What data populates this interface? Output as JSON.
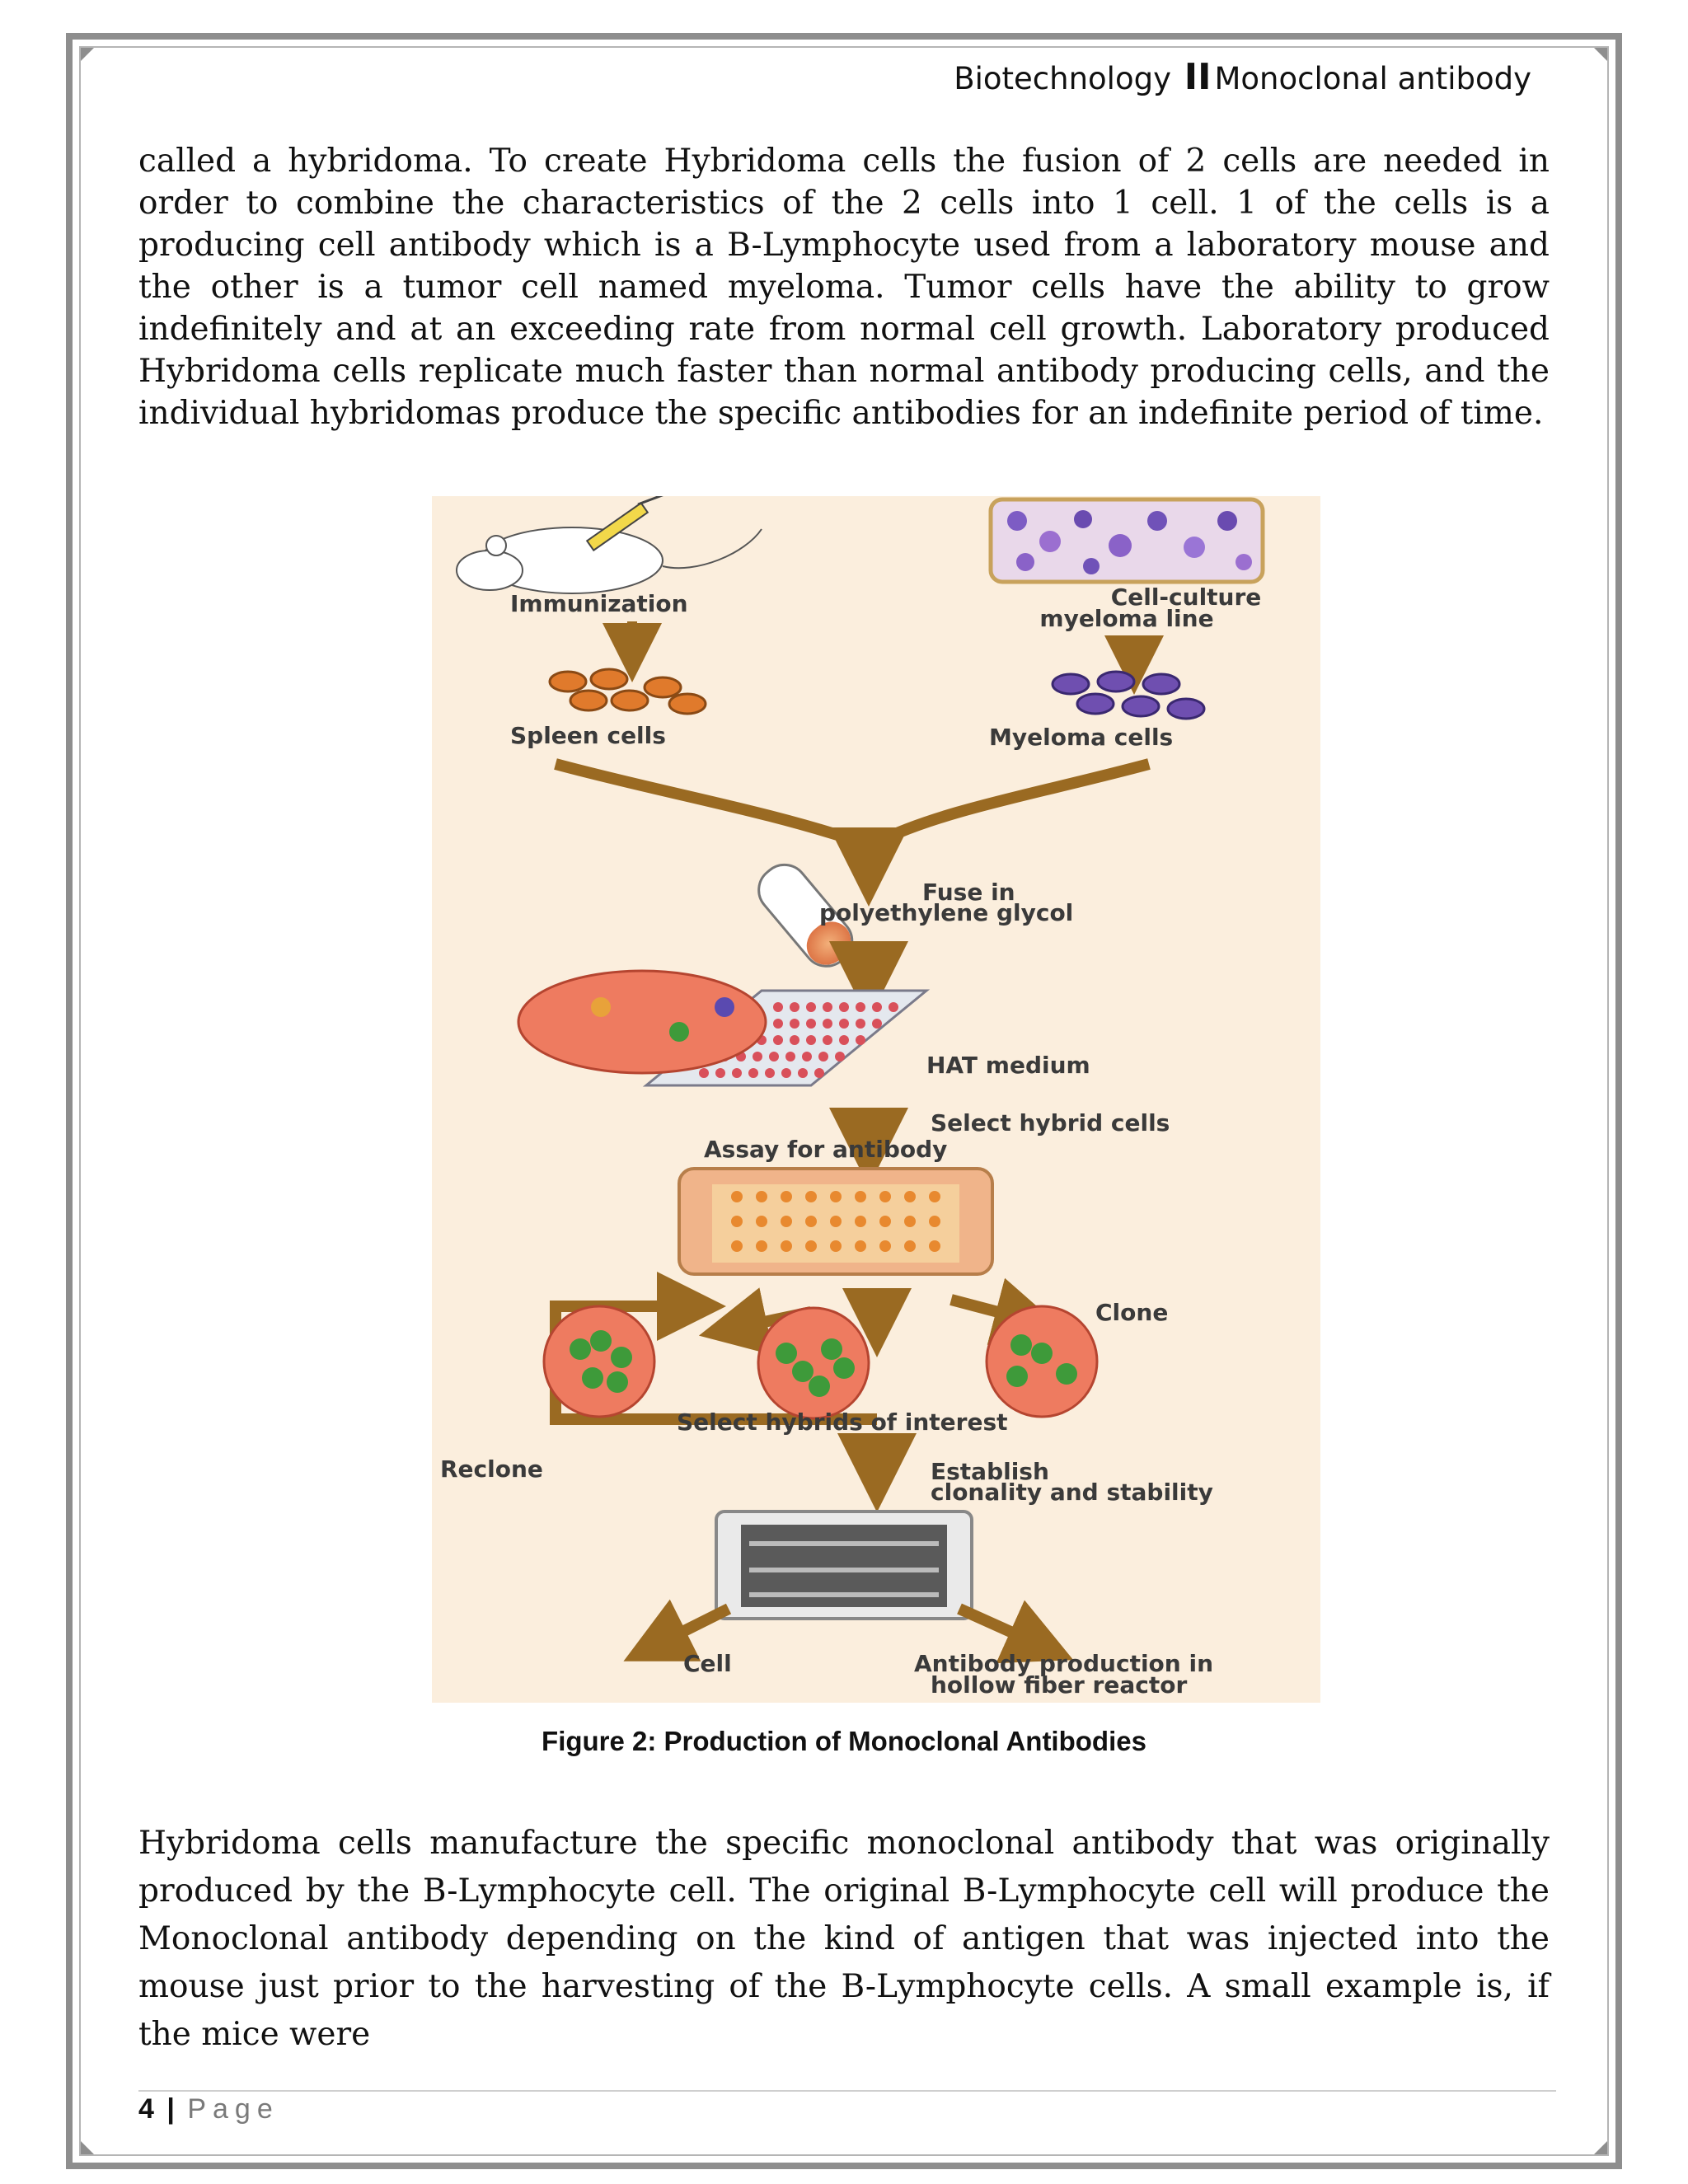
{
  "header": {
    "left": "Biotechnology",
    "separator": "II",
    "right": "Monoclonal antibody"
  },
  "paragraphs": {
    "p1": "called a hybridoma. To create Hybridoma cells the fusion of 2 cells are needed in order to combine the characteristics of the 2 cells into 1 cell. 1 of the cells is a producing cell antibody which is a B-Lymphocyte used from a laboratory mouse and the other is a tumor cell named myeloma. Tumor cells have the ability to grow indefinitely and at an exceeding rate from normal cell growth. Laboratory produced Hybridoma cells replicate much faster than normal antibody producing cells, and the individual hybridomas produce the specific antibodies for an indefinite period of time.",
    "p2": "Hybridoma cells manufacture the specific monoclonal antibody that was originally produced by the B-Lymphocyte cell. The original B-Lymphocyte cell will produce the Monoclonal antibody depending on the kind of antigen that was injected into the mouse just prior to the harvesting of the B-Lymphocyte cells. A small example is, if the mice were"
  },
  "figure": {
    "labels": {
      "immunization": "Immunization",
      "cell_culture_1": "Cell-culture",
      "cell_culture_2": "myeloma line",
      "spleen_cells": "Spleen cells",
      "myeloma_cells": "Myeloma cells",
      "fuse_1": "Fuse in",
      "fuse_2": "polyethylene glycol",
      "hat_medium": "HAT medium",
      "select_hybrid": "Select hybrid cells",
      "assay": "Assay for antibody",
      "clone": "Clone",
      "select_interest": "Select hybrids of interest",
      "reclone": "Reclone",
      "establish_1": "Establish",
      "establish_2": "clonality and stability",
      "cell": "Cell",
      "antibody_1": "Antibody production in",
      "antibody_2": "hollow fiber reactor"
    },
    "caption": "Figure 2: Production of Monoclonal Antibodies",
    "colors": {
      "background": "#fbeedd",
      "arrow": "#9a6a22",
      "spleen": "#e07a2c",
      "myeloma": "#6f4fb0",
      "dish": "#ee7b60",
      "clone_cells": "#3e9a3a"
    }
  },
  "footer": {
    "page_number": "4",
    "separator": "|",
    "page_label": "Page"
  }
}
